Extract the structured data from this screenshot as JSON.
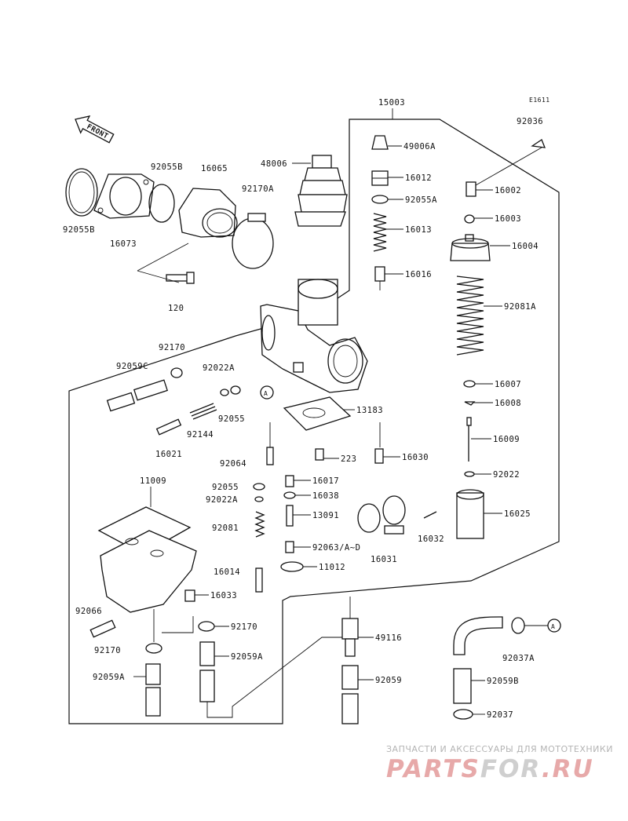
{
  "diagram": {
    "ref_code": "E1611",
    "front_label": "FRONT",
    "callout_a": "A",
    "labels": {
      "p15003": "15003",
      "p92036": "92036",
      "p49006A": "49006A",
      "p16012": "16012",
      "p16002": "16002",
      "p92055A": "92055A",
      "p16003": "16003",
      "p16013": "16013",
      "p16004": "16004",
      "p16016": "16016",
      "p92081A": "92081A",
      "p48006": "48006",
      "p92055B_top": "92055B",
      "p16065": "16065",
      "p92170A": "92170A",
      "p92055B_left": "92055B",
      "p16073": "16073",
      "p120": "120",
      "p92170_a": "92170",
      "p92059C": "92059C",
      "p92022A_a": "92022A",
      "p92055_a": "92055",
      "p92144": "92144",
      "p16021": "16021",
      "p13183": "13183",
      "p92064": "92064",
      "p223": "223",
      "p16030": "16030",
      "p16007": "16007",
      "p16008": "16008",
      "p16009": "16009",
      "p92022": "92022",
      "p16025": "16025",
      "p11009": "11009",
      "p92055_b": "92055",
      "p16017": "16017",
      "p92022A_b": "92022A",
      "p16038": "16038",
      "p13091": "13091",
      "p92081": "92081",
      "p92063": "92063/A~D",
      "p16031": "16031",
      "p16032": "16032",
      "p16014": "16014",
      "p11012": "11012",
      "p16033": "16033",
      "p92066": "92066",
      "p92170_b": "92170",
      "p92170_c": "92170",
      "p49116": "49116",
      "p92059A_a": "92059A",
      "p92059A_b": "92059A",
      "p92059": "92059",
      "p92037A": "92037A",
      "p92059B": "92059B",
      "p92037": "92037"
    }
  },
  "watermark": {
    "tagline": "ЗАПЧАСТИ И АКСЕССУАРЫ ДЛЯ МОТОТЕХНИКИ",
    "logo_part1": "PARTS",
    "logo_part2": "FOR",
    "logo_part3": ".RU",
    "logo_color": "#e7a9a9",
    "logo_accent": "#cfcfcf"
  }
}
